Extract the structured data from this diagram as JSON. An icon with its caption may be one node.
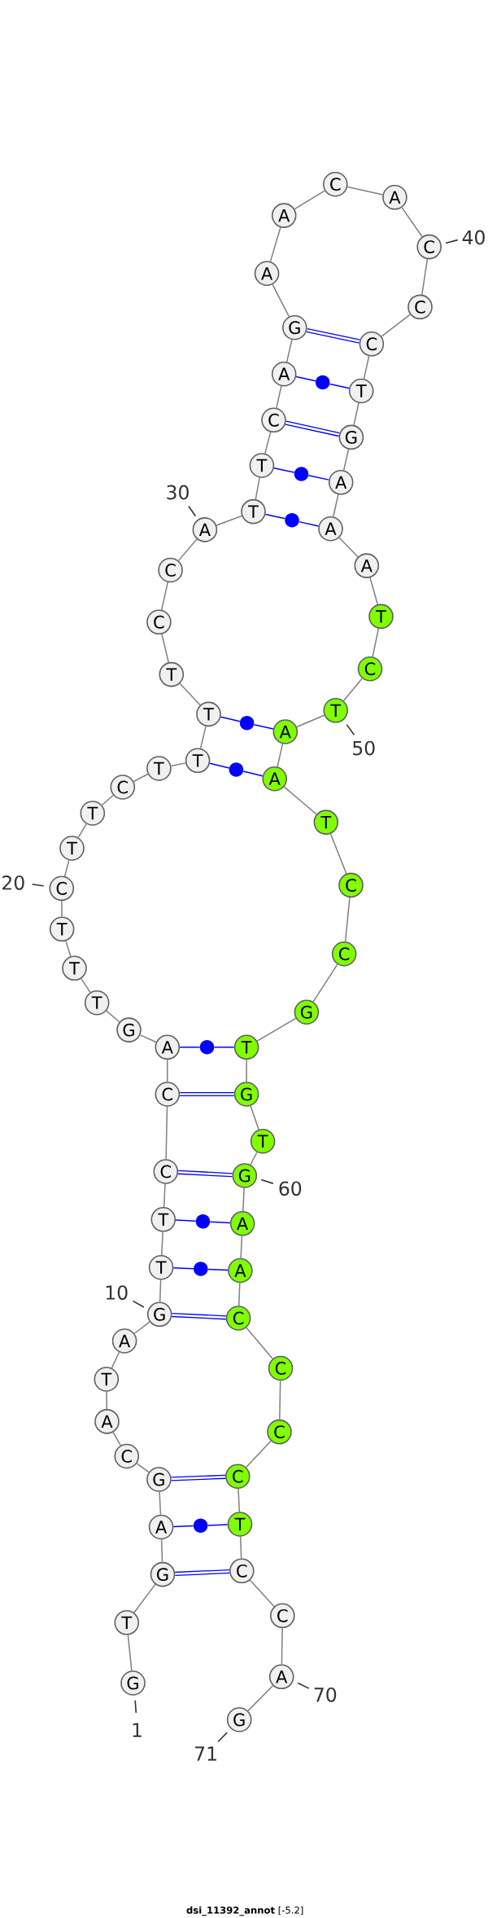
{
  "diagram": {
    "caption": "**dsi_11392_annot** [-5.2]",
    "nodes": [
      {
        "text": [
          "G"
        ],
        "beside": [
          "1"
        ]
      },
      {
        "text": [
          "T"
        ]
      },
      {
        "text": [
          "G"
        ]
      },
      {
        "text": [
          "A"
        ]
      },
      {
        "text": [
          "G"
        ]
      },
      {
        "text": [
          "C"
        ]
      },
      {
        "text": [
          "A"
        ]
      },
      {
        "text": [
          "T"
        ]
      },
      {
        "text": [
          "A"
        ]
      },
      {
        "text": [
          "G"
        ],
        "beside": [
          "10"
        ]
      },
      {
        "text": [
          "T"
        ]
      },
      {
        "text": [
          "T"
        ]
      },
      {
        "text": [
          "C"
        ]
      },
      {
        "text": [
          "C"
        ]
      },
      {
        "text": [
          "A"
        ]
      },
      {
        "text": [
          "G"
        ]
      },
      {
        "text": [
          "T"
        ]
      },
      {
        "text": [
          "T"
        ]
      },
      {
        "text": [
          "T"
        ]
      },
      {
        "text": [
          "C"
        ],
        "beside": [
          "20"
        ]
      },
      {
        "text": [
          "T"
        ]
      },
      {
        "text": [
          "T"
        ]
      },
      {
        "text": [
          "C"
        ]
      },
      {
        "text": [
          "T"
        ]
      },
      {
        "text": [
          "T"
        ]
      },
      {
        "text": [
          "T"
        ]
      },
      {
        "text": [
          "T"
        ]
      },
      {
        "text": [
          "C"
        ]
      },
      {
        "text": [
          "C"
        ]
      },
      {
        "text": [
          "A"
        ],
        "beside": [
          "30"
        ]
      },
      {
        "text": [
          "T"
        ]
      },
      {
        "text": [
          "T"
        ]
      },
      {
        "text": [
          "C"
        ]
      },
      {
        "text": [
          "A"
        ]
      },
      {
        "text": [
          "G"
        ]
      },
      {
        "text": [
          "A"
        ]
      },
      {
        "text": [
          "A"
        ]
      },
      {
        "text": [
          "C"
        ]
      },
      {
        "text": [
          "A"
        ]
      },
      {
        "text": [
          "C"
        ],
        "beside": [
          "40"
        ]
      },
      {
        "text": [
          "C"
        ]
      },
      {
        "text": [
          "C"
        ]
      },
      {
        "text": [
          "T"
        ]
      },
      {
        "text": [
          "G"
        ]
      },
      {
        "text": [
          "A"
        ]
      },
      {
        "text": [
          "A"
        ]
      },
      {
        "text": [
          "A"
        ]
      },
      {
        "text": [
          "T"
        ]
      },
      {
        "text": [
          "C"
        ]
      },
      {
        "text": [
          "T"
        ],
        "beside": [
          "50"
        ]
      },
      {
        "text": [
          "A"
        ]
      },
      {
        "text": [
          "A"
        ]
      },
      {
        "text": [
          "T"
        ]
      },
      {
        "text": [
          "C"
        ]
      },
      {
        "text": [
          "C"
        ]
      },
      {
        "text": [
          "G"
        ]
      },
      {
        "text": [
          "T"
        ]
      },
      {
        "text": [
          "G"
        ]
      },
      {
        "text": [
          "T"
        ]
      },
      {
        "text": [
          "G"
        ],
        "beside": [
          "60"
        ]
      },
      {
        "text": [
          "A"
        ]
      },
      {
        "text": [
          "A"
        ]
      },
      {
        "text": [
          "C"
        ]
      },
      {
        "text": [
          "C"
        ]
      },
      {
        "text": [
          "C"
        ]
      },
      {
        "text": [
          "C"
        ]
      },
      {
        "text": [
          "T"
        ]
      },
      {
        "text": [
          "C"
        ]
      },
      {
        "text": [
          "C"
        ]
      },
      {
        "text": [
          "A"
        ],
        "beside": [
          "70"
        ]
      },
      {
        "text": [
          "G"
        ],
        "beside": [
          "71"
        ]
      },
      {
        "text": [],
        "shape": "circle"
      },
      {
        "text": [],
        "shape": "circle"
      },
      {
        "text": [],
        "shape": "circle"
      },
      {
        "text": [],
        "shape": "circle"
      },
      {
        "text": [],
        "shape": "circle"
      },
      {
        "text": [],
        "shape": "circle"
      },
      {
        "text": [],
        "shape": "circle"
      },
      {
        "text": [],
        "shape": "circle"
      },
      {
        "text": [],
        "shape": "circle"
      }
    ],
    "edges": [
      {
        "from": 0,
        "to": 1,
        "arrow": "none"
      },
      {
        "from": 1,
        "to": 2,
        "arrow": "none"
      },
      {
        "from": 2,
        "to": 3,
        "arrow": "none"
      },
      {
        "from": 3,
        "to": 4,
        "arrow": "none"
      },
      {
        "from": 4,
        "to": 5,
        "arrow": "none"
      },
      {
        "from": 5,
        "to": 6,
        "arrow": "none"
      },
      {
        "from": 6,
        "to": 7,
        "arrow": "none"
      },
      {
        "from": 7,
        "to": 8,
        "arrow": "none"
      },
      {
        "from": 8,
        "to": 9,
        "arrow": "none"
      },
      {
        "from": 9,
        "to": 10,
        "arrow": "none"
      },
      {
        "from": 10,
        "to": 11,
        "arrow": "none"
      },
      {
        "from": 11,
        "to": 12,
        "arrow": "none"
      },
      {
        "from": 12,
        "to": 13,
        "arrow": "none"
      },
      {
        "from": 13,
        "to": 14,
        "arrow": "none"
      },
      {
        "from": 14,
        "to": 15,
        "arrow": "none"
      },
      {
        "from": 15,
        "to": 16,
        "arrow": "none"
      },
      {
        "from": 16,
        "to": 17,
        "arrow": "none"
      },
      {
        "from": 17,
        "to": 18,
        "arrow": "none"
      },
      {
        "from": 18,
        "to": 19,
        "arrow": "none"
      },
      {
        "from": 19,
        "to": 20,
        "arrow": "none"
      },
      {
        "from": 20,
        "to": 21,
        "arrow": "none"
      },
      {
        "from": 21,
        "to": 22,
        "arrow": "none"
      },
      {
        "from": 22,
        "to": 23,
        "arrow": "none"
      },
      {
        "from": 23,
        "to": 24,
        "arrow": "none"
      },
      {
        "from": 24,
        "to": 25,
        "arrow": "none"
      },
      {
        "from": 25,
        "to": 26,
        "arrow": "none"
      },
      {
        "from": 26,
        "to": 27,
        "arrow": "none"
      },
      {
        "from": 27,
        "to": 28,
        "arrow": "none"
      },
      {
        "from": 28,
        "to": 29,
        "arrow": "none"
      },
      {
        "from": 29,
        "to": 30,
        "arrow": "none"
      },
      {
        "from": 30,
        "to": 31,
        "arrow": "none"
      },
      {
        "from": 31,
        "to": 32,
        "arrow": "none"
      },
      {
        "from": 32,
        "to": 33,
        "arrow": "none"
      },
      {
        "from": 33,
        "to": 34,
        "arrow": "none"
      },
      {
        "from": 34,
        "to": 35,
        "arrow": "none"
      },
      {
        "from": 35,
        "to": 36,
        "arrow": "none"
      },
      {
        "from": 36,
        "to": 37,
        "arrow": "none"
      },
      {
        "from": 37,
        "to": 38,
        "arrow": "none"
      },
      {
        "from": 38,
        "to": 39,
        "arrow": "none"
      },
      {
        "from": 39,
        "to": 40,
        "arrow": "none"
      },
      {
        "from": 40,
        "to": 41,
        "arrow": "none"
      },
      {
        "from": 41,
        "to": 42,
        "arrow": "none"
      },
      {
        "from": 42,
        "to": 43,
        "arrow": "none"
      },
      {
        "from": 43,
        "to": 44,
        "arrow": "none"
      },
      {
        "from": 44,
        "to": 45,
        "arrow": "none"
      },
      {
        "from": 45,
        "to": 46,
        "arrow": "none"
      },
      {
        "from": 46,
        "to": 47,
        "arrow": "none"
      },
      {
        "from": 47,
        "to": 48,
        "arrow": "none"
      },
      {
        "from": 48,
        "to": 49,
        "arrow": "none"
      },
      {
        "from": 49,
        "to": 50,
        "arrow": "none"
      },
      {
        "from": 50,
        "to": 51,
        "arrow": "none"
      },
      {
        "from": 51,
        "to": 52,
        "arrow": "none"
      },
      {
        "from": 52,
        "to": 53,
        "arrow": "none"
      },
      {
        "from": 53,
        "to": 54,
        "arrow": "none"
      },
      {
        "from": 54,
        "to": 55,
        "arrow": "none"
      },
      {
        "from": 55,
        "to": 56,
        "arrow": "none"
      },
      {
        "from": 56,
        "to": 57,
        "arrow": "none"
      },
      {
        "from": 57,
        "to": 58,
        "arrow": "none"
      },
      {
        "from": 58,
        "to": 59,
        "arrow": "none"
      },
      {
        "from": 59,
        "to": 60,
        "arrow": "none"
      },
      {
        "from": 60,
        "to": 61,
        "arrow": "none"
      },
      {
        "from": 61,
        "to": 62,
        "arrow": "none"
      },
      {
        "from": 62,
        "to": 63,
        "arrow": "none"
      },
      {
        "from": 63,
        "to": 64,
        "arrow": "none"
      },
      {
        "from": 64,
        "to": 65,
        "arrow": "none"
      },
      {
        "from": 65,
        "to": 66,
        "arrow": "none"
      },
      {
        "from": 66,
        "to": 67,
        "arrow": "none"
      },
      {
        "from": 67,
        "to": 68,
        "arrow": "none"
      },
      {
        "from": 68,
        "to": 69,
        "arrow": "none"
      },
      {
        "from": 69,
        "to": 70,
        "arrow": "none"
      },
      {
        "from": 2,
        "to": 67,
        "arrow": "none",
        "style": "thick",
        "color": "#0000ff"
      },
      {
        "from": 3,
        "to": 79,
        "arrow": "none",
        "color": "#0000ff"
      },
      {
        "from": 79,
        "to": 66,
        "arrow": "none",
        "color": "#0000ff"
      },
      {
        "from": 4,
        "to": 65,
        "arrow": "none",
        "style": "thick",
        "color": "#0000ff"
      },
      {
        "from": 9,
        "to": 62,
        "arrow": "none",
        "style": "thick",
        "color": "#0000ff"
      },
      {
        "from": 10,
        "to": 78,
        "arrow": "none",
        "color": "#0000ff"
      },
      {
        "from": 78,
        "to": 61,
        "arrow": "none",
        "color": "#0000ff"
      },
      {
        "from": 11,
        "to": 77,
        "arrow": "none",
        "color": "#0000ff"
      },
      {
        "from": 77,
        "to": 60,
        "arrow": "none",
        "color": "#0000ff"
      },
      {
        "from": 12,
        "to": 59,
        "arrow": "none",
        "style": "thick",
        "color": "#0000ff"
      },
      {
        "from": 13,
        "to": 57,
        "arrow": "none",
        "style": "thick",
        "color": "#0000ff"
      },
      {
        "from": 14,
        "to": 76,
        "arrow": "none",
        "color": "#0000ff"
      },
      {
        "from": 76,
        "to": 56,
        "arrow": "none",
        "color": "#0000ff"
      },
      {
        "from": 24,
        "to": 75,
        "arrow": "none",
        "color": "#0000ff"
      },
      {
        "from": 75,
        "to": 51,
        "arrow": "none",
        "color": "#0000ff"
      },
      {
        "from": 25,
        "to": 74,
        "arrow": "none",
        "color": "#0000ff"
      },
      {
        "from": 74,
        "to": 50,
        "arrow": "none",
        "color": "#0000ff"
      },
      {
        "from": 30,
        "to": 73,
        "arrow": "none",
        "color": "#0000ff"
      },
      {
        "from": 73,
        "to": 45,
        "arrow": "none",
        "color": "#0000ff"
      },
      {
        "from": 31,
        "to": 72,
        "arrow": "none",
        "color": "#0000ff"
      },
      {
        "from": 72,
        "to": 44,
        "arrow": "none",
        "color": "#0000ff"
      },
      {
        "from": 32,
        "to": 43,
        "arrow": "none",
        "style": "thick",
        "color": "#0000ff"
      },
      {
        "from": 33,
        "to": 71,
        "arrow": "none",
        "color": "#0000ff"
      },
      {
        "from": 71,
        "to": 42,
        "arrow": "none",
        "color": "#0000ff"
      },
      {
        "from": 34,
        "to": 41,
        "arrow": "none",
        "style": "thick",
        "color": "#0000ff"
      }
    ]
  }
}
